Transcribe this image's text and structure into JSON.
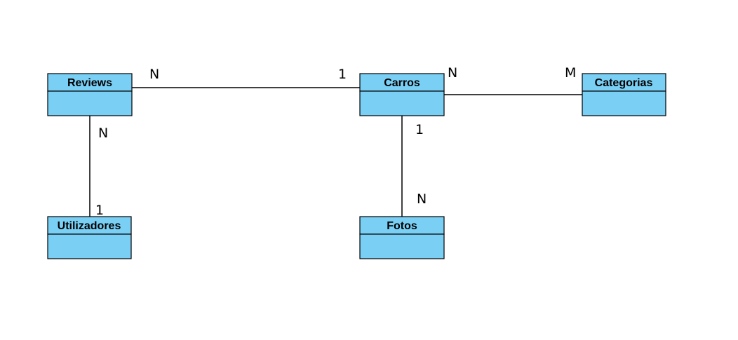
{
  "diagram": {
    "entity_fill": "#7ACFF5",
    "entities": {
      "reviews": {
        "name": "Reviews"
      },
      "carros": {
        "name": "Carros"
      },
      "categorias": {
        "name": "Categorias"
      },
      "utilizadores": {
        "name": "Utilizadores"
      },
      "fotos": {
        "name": "Fotos"
      }
    },
    "relationships": {
      "reviews_carros": {
        "reviews_side": "N",
        "carros_side": "1"
      },
      "carros_categorias": {
        "carros_side": "N",
        "categorias_side": "M"
      },
      "reviews_utilizadores": {
        "reviews_side": "N",
        "utilizadores_side": "1"
      },
      "carros_fotos": {
        "carros_side": "1",
        "fotos_side": "N"
      }
    }
  }
}
